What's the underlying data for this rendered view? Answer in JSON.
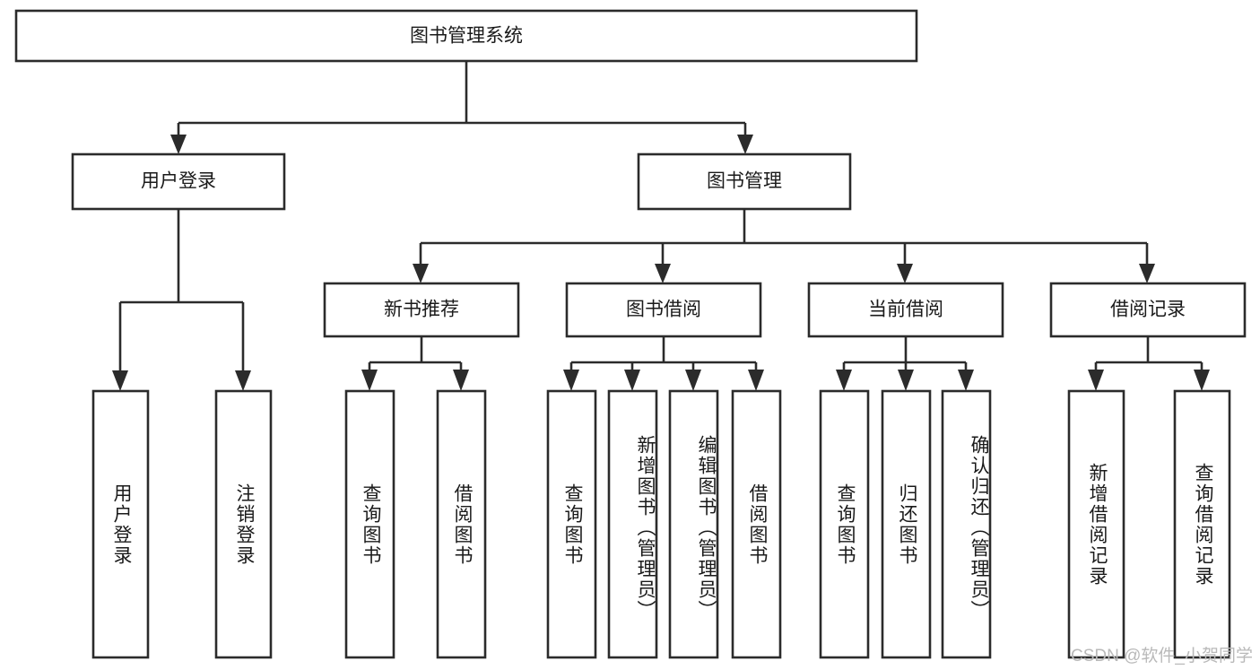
{
  "diagram": {
    "title": "图书管理系统",
    "type": "tree-hierarchy",
    "watermark": "CSDN @软件_小贺同学",
    "colors": {
      "stroke": "#2b2b2b",
      "fill": "#ffffff",
      "text": "#1a1a1a",
      "watermark": "#b9b9b9"
    },
    "root": {
      "label": "图书管理系统"
    },
    "level2": [
      {
        "label": "用户登录"
      },
      {
        "label": "图书管理"
      }
    ],
    "level3": [
      {
        "label": "新书推荐"
      },
      {
        "label": "图书借阅"
      },
      {
        "label": "当前借阅"
      },
      {
        "label": "借阅记录"
      }
    ],
    "leaves": {
      "user_login": [
        {
          "label": "用户登录"
        },
        {
          "label": "注销登录"
        }
      ],
      "new_book": [
        {
          "label": "查询图书"
        },
        {
          "label": "借阅图书"
        }
      ],
      "book_borrow": [
        {
          "label": "查询图书"
        },
        {
          "label": "新增图书（管理员）"
        },
        {
          "label": "编辑图书（管理员）"
        },
        {
          "label": "借阅图书"
        }
      ],
      "current_borrow": [
        {
          "label": "查询图书"
        },
        {
          "label": "归还图书"
        },
        {
          "label": "确认归还（管理员）"
        }
      ],
      "borrow_record": [
        {
          "label": "新增借阅记录"
        },
        {
          "label": "查询借阅记录"
        }
      ]
    }
  }
}
